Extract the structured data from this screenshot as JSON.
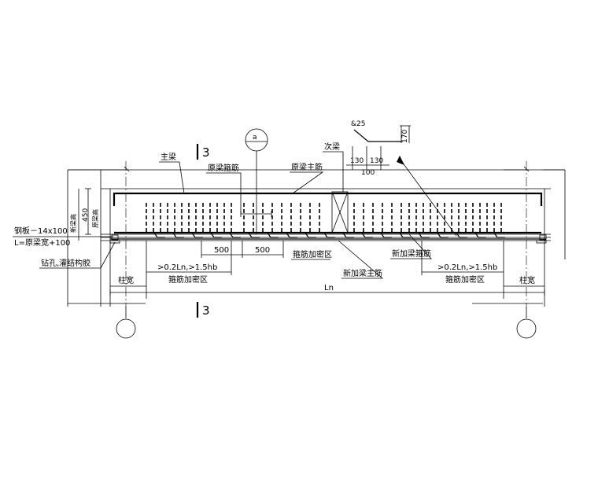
{
  "labels": {
    "main_beam": "主梁",
    "orig_stirrup": "原梁箍筋",
    "orig_main_bar": "原梁主筋",
    "secondary_beam": "次梁",
    "section_mark_top": "3",
    "section_mark_bottom": "3",
    "detail_label": "a",
    "hook_label": "&25",
    "hook_170": "170",
    "dim_130_left": "130",
    "dim_130_right": "130",
    "dim_100": "100",
    "steel_plate_1": "钢板－14x100",
    "steel_plate_2": "L=原梁宽+100",
    "drill_glue": "钻孔,灌结构胶",
    "beam_height_vert": "新梁高",
    "dim_450": "450",
    "orig_beam_height_vert": "原梁高",
    "dim_500_left": "500",
    "dim_500_right": "500",
    "densify_zone_mid": "箍筋加密区",
    "new_stirrup": "新加梁箍筋",
    "new_main_bar": "新加梁主筋",
    "ratio_left": ">0.2Ln,>1.5hb",
    "ratio_right": ">0.2Ln,>1.5hb",
    "densify_zone_left": "箍筋加密区",
    "densify_zone_right": "箍筋加密区",
    "col_width_left": "柱宽",
    "col_width_right": "柱宽",
    "span_label": "Ln"
  }
}
